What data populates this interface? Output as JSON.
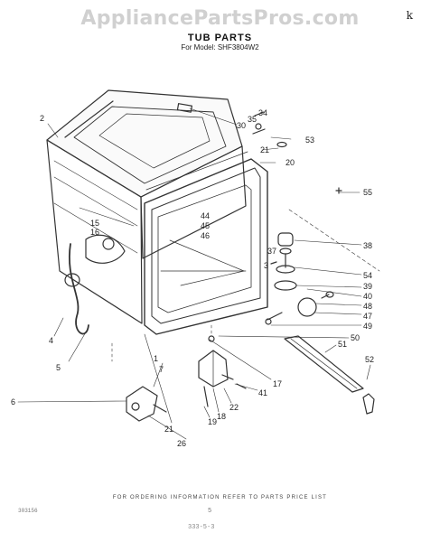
{
  "watermark": "AppliancePartsPros.com",
  "corner_mark": "k",
  "title": "TUB PARTS",
  "subtitle": "For Model: SHF3804W2",
  "callouts": [
    "2",
    "30",
    "35",
    "34",
    "53",
    "21",
    "20",
    "55",
    "44",
    "45",
    "46",
    "15",
    "16",
    "38",
    "37",
    "3",
    "54",
    "39",
    "40",
    "48",
    "47",
    "49",
    "50",
    "51",
    "52",
    "4",
    "5",
    "17",
    "6",
    "7",
    "1",
    "41",
    "22",
    "18",
    "19",
    "21",
    "26"
  ],
  "footer": {
    "note": "FOR ORDERING INFORMATION REFER TO PARTS PRICE LIST",
    "left": "303156",
    "page": "5",
    "code": "333-5-3"
  }
}
